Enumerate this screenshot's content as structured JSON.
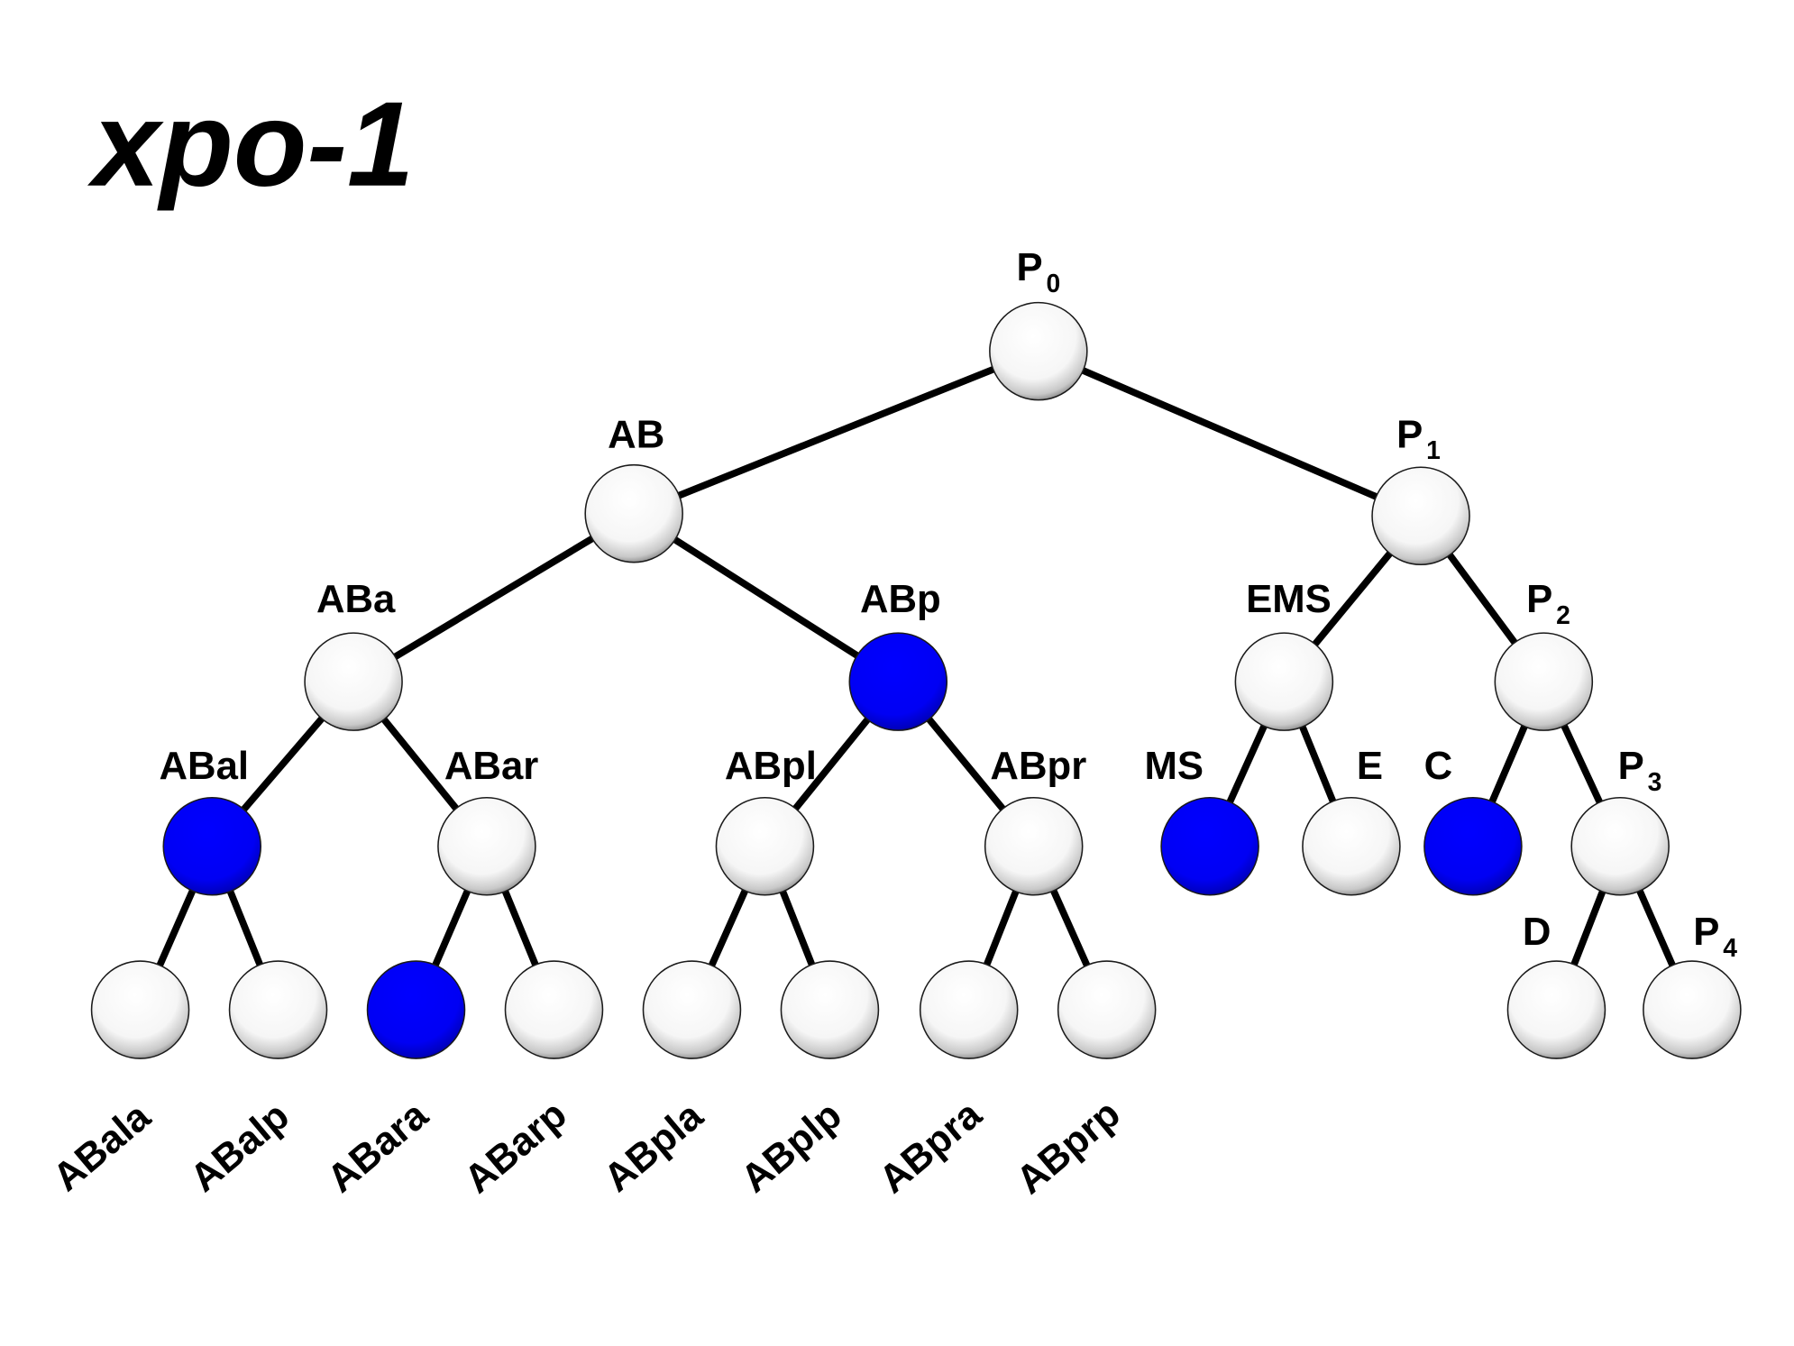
{
  "title": "xpo-1",
  "legend_colors": {
    "expressed": "#0000ff",
    "not_expressed": "#ffffff"
  },
  "tree": {
    "nodes": [
      {
        "id": "P0",
        "label": "P",
        "sub": "0",
        "parent": null,
        "expressed": false
      },
      {
        "id": "AB",
        "label": "AB",
        "sub": "",
        "parent": "P0",
        "expressed": false
      },
      {
        "id": "P1",
        "label": "P",
        "sub": "1",
        "parent": "P0",
        "expressed": false
      },
      {
        "id": "ABa",
        "label": "ABa",
        "sub": "",
        "parent": "AB",
        "expressed": false
      },
      {
        "id": "ABp",
        "label": "ABp",
        "sub": "",
        "parent": "AB",
        "expressed": true
      },
      {
        "id": "EMS",
        "label": "EMS",
        "sub": "",
        "parent": "P1",
        "expressed": false
      },
      {
        "id": "P2",
        "label": "P",
        "sub": "2",
        "parent": "P1",
        "expressed": false
      },
      {
        "id": "ABal",
        "label": "ABal",
        "sub": "",
        "parent": "ABa",
        "expressed": true
      },
      {
        "id": "ABar",
        "label": "ABar",
        "sub": "",
        "parent": "ABa",
        "expressed": false
      },
      {
        "id": "ABpl",
        "label": "ABpl",
        "sub": "",
        "parent": "ABp",
        "expressed": false
      },
      {
        "id": "ABpr",
        "label": "ABpr",
        "sub": "",
        "parent": "ABp",
        "expressed": false
      },
      {
        "id": "MS",
        "label": "MS",
        "sub": "",
        "parent": "EMS",
        "expressed": true
      },
      {
        "id": "E",
        "label": "E",
        "sub": "",
        "parent": "EMS",
        "expressed": false
      },
      {
        "id": "C",
        "label": "C",
        "sub": "",
        "parent": "P2",
        "expressed": true
      },
      {
        "id": "P3",
        "label": "P",
        "sub": "3",
        "parent": "P2",
        "expressed": false
      },
      {
        "id": "ABala",
        "label": "ABala",
        "sub": "",
        "parent": "ABal",
        "expressed": false
      },
      {
        "id": "ABalp",
        "label": "ABalp",
        "sub": "",
        "parent": "ABal",
        "expressed": false
      },
      {
        "id": "ABara",
        "label": "ABara",
        "sub": "",
        "parent": "ABar",
        "expressed": true
      },
      {
        "id": "ABarp",
        "label": "ABarp",
        "sub": "",
        "parent": "ABar",
        "expressed": false
      },
      {
        "id": "ABpla",
        "label": "ABpla",
        "sub": "",
        "parent": "ABpl",
        "expressed": false
      },
      {
        "id": "ABplp",
        "label": "ABplp",
        "sub": "",
        "parent": "ABpl",
        "expressed": false
      },
      {
        "id": "ABpra",
        "label": "ABpra",
        "sub": "",
        "parent": "ABpr",
        "expressed": false
      },
      {
        "id": "ABprp",
        "label": "ABprp",
        "sub": "",
        "parent": "ABpr",
        "expressed": false
      },
      {
        "id": "D",
        "label": "D",
        "sub": "",
        "parent": "P3",
        "expressed": false
      },
      {
        "id": "P4",
        "label": "P",
        "sub": "4",
        "parent": "P3",
        "expressed": false
      }
    ]
  }
}
